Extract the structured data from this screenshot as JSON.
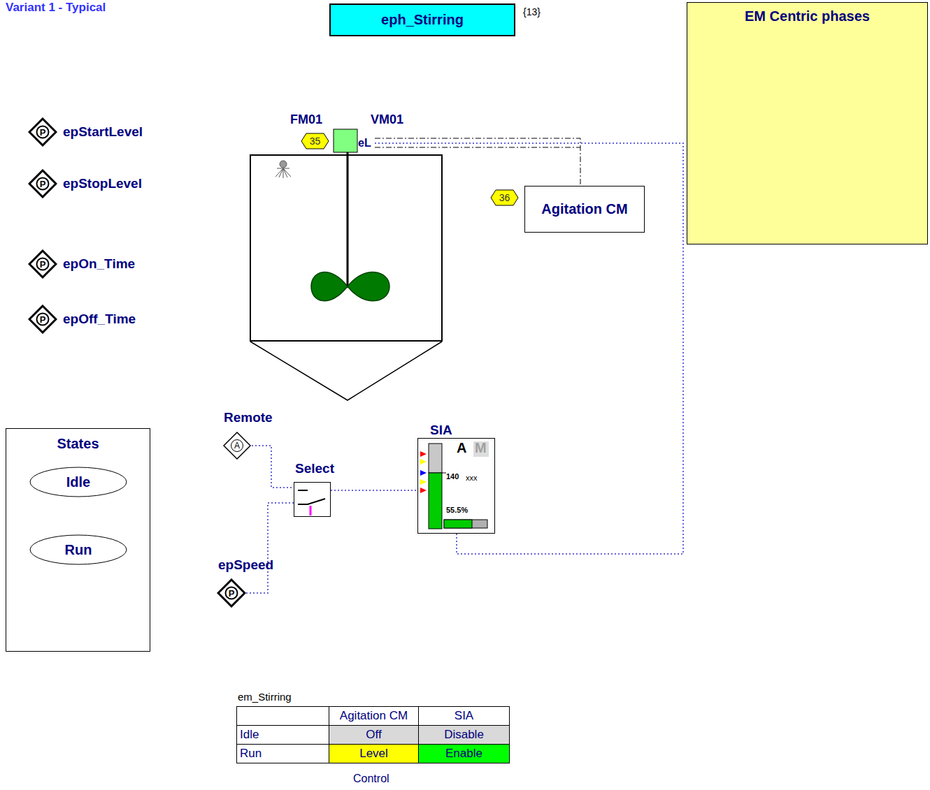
{
  "diagram": {
    "title": "Variant 1 - Typical",
    "nodes": [
      {
        "text": [
          "eph_Stirring"
        ]
      },
      {
        "text": [
          "EM Centric phases"
        ]
      },
      {
        "text": [
          "P",
          "epStartLevel"
        ]
      },
      {
        "text": [
          "35"
        ]
      },
      {
        "text": [
          "36"
        ]
      },
      {
        "text": [
          "Agitation CM"
        ]
      },
      {
        "text": [
          "P",
          "epStopLevel"
        ]
      },
      {
        "text": [
          "P",
          "epOn_Time"
        ]
      },
      {
        "text": [
          "P",
          "epOff_Time"
        ]
      },
      {
        "text": [
          "Remote",
          "A"
        ]
      },
      {
        "text": [
          "Select"
        ]
      },
      {
        "text": [
          "SIA",
          "A",
          "M",
          "140",
          "xxx",
          "55.5%"
        ]
      },
      {
        "text": [
          "States"
        ]
      },
      {
        "text": [
          "Idle"
        ],
        "in": 12
      },
      {
        "text": [
          "Run"
        ],
        "in": 12
      },
      {
        "text": [
          "epSpeed",
          "P"
        ]
      }
    ],
    "edges": [
      {
        "from": 9,
        "to": 10,
        "arrow": "none"
      },
      {
        "from": 15,
        "to": 10,
        "arrow": "none"
      },
      {
        "from": 10,
        "to": 11,
        "arrow": "none"
      }
    ],
    "labels": [
      "{13}",
      "FM01",
      "VM01",
      "eL",
      "em_Stirring",
      "Agitation CM",
      "SIA",
      "Idle",
      "Off",
      "Disable",
      "Run",
      "Level",
      "Enable",
      "Control"
    ]
  }
}
